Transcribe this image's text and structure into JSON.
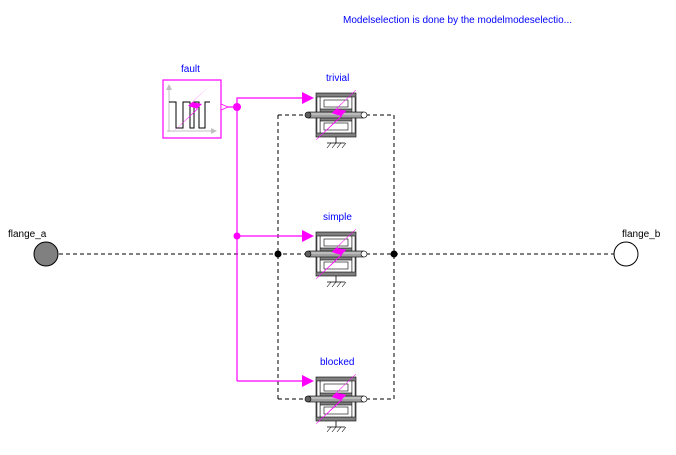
{
  "annotation": "Modelselection is done by the modelmodeselectio...",
  "colors": {
    "signal": "#ff00ff",
    "label": "#0000ff",
    "connector_a_fill": "#808080",
    "connector_b_fill": "#ffffff"
  },
  "fault": {
    "label": "fault",
    "icon": "fault-signal-icon"
  },
  "components": [
    {
      "id": "trivial",
      "label": "trivial",
      "icon": "faulty-bearing-icon"
    },
    {
      "id": "simple",
      "label": "simple",
      "icon": "faulty-bearing-icon"
    },
    {
      "id": "blocked",
      "label": "blocked",
      "icon": "faulty-bearing-icon"
    }
  ],
  "flanges": {
    "a": {
      "label": "flange_a",
      "icon": "filled-flange-icon"
    },
    "b": {
      "label": "flange_b",
      "icon": "hollow-flange-icon"
    }
  }
}
